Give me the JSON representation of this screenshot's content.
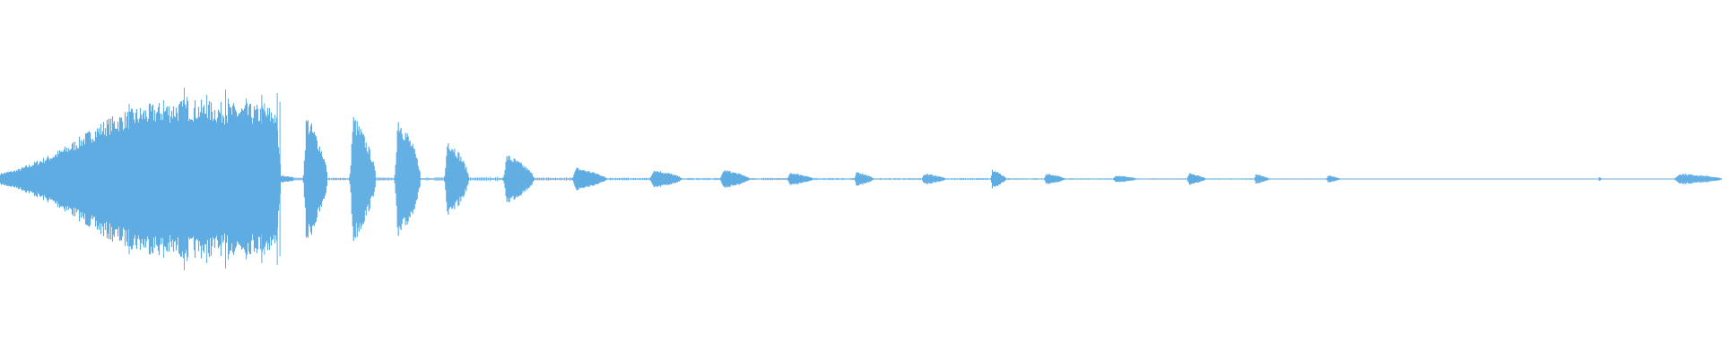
{
  "colors": {
    "background": "#ffffff",
    "waveform": "#5eace2"
  },
  "waveform": {
    "channels": 1,
    "envelope_points": [
      [
        0.0,
        0.03
      ],
      [
        0.01,
        0.05
      ],
      [
        0.02,
        0.09
      ],
      [
        0.03,
        0.13
      ],
      [
        0.04,
        0.18
      ],
      [
        0.05,
        0.24
      ],
      [
        0.06,
        0.3
      ],
      [
        0.07,
        0.34
      ],
      [
        0.08,
        0.37
      ],
      [
        0.09,
        0.39
      ],
      [
        0.1,
        0.4
      ],
      [
        0.11,
        0.41
      ],
      [
        0.12,
        0.4
      ],
      [
        0.13,
        0.39
      ],
      [
        0.14,
        0.39
      ],
      [
        0.15,
        0.38
      ],
      [
        0.16,
        0.37
      ],
      [
        0.163,
        0.02
      ],
      [
        0.17,
        0.01
      ]
    ],
    "spikes": [
      [
        0.075,
        0.42
      ],
      [
        0.095,
        0.44
      ],
      [
        0.107,
        0.51
      ],
      [
        0.12,
        0.47
      ],
      [
        0.131,
        0.5
      ],
      [
        0.143,
        0.45
      ],
      [
        0.152,
        0.47
      ],
      [
        0.161,
        0.48
      ]
    ],
    "bursts": [
      {
        "start": 0.176,
        "end": 0.19,
        "amp": 0.34
      },
      {
        "start": 0.203,
        "end": 0.218,
        "amp": 0.34
      },
      {
        "start": 0.229,
        "end": 0.244,
        "amp": 0.34
      },
      {
        "start": 0.258,
        "end": 0.272,
        "amp": 0.22
      },
      {
        "start": 0.292,
        "end": 0.31,
        "amp": 0.13
      },
      {
        "start": 0.332,
        "end": 0.352,
        "amp": 0.06
      },
      {
        "start": 0.377,
        "end": 0.396,
        "amp": 0.05
      },
      {
        "start": 0.418,
        "end": 0.435,
        "amp": 0.05
      },
      {
        "start": 0.457,
        "end": 0.472,
        "amp": 0.035
      },
      {
        "start": 0.496,
        "end": 0.507,
        "amp": 0.04
      },
      {
        "start": 0.535,
        "end": 0.549,
        "amp": 0.03
      },
      {
        "start": 0.575,
        "end": 0.584,
        "amp": 0.05
      },
      {
        "start": 0.606,
        "end": 0.618,
        "amp": 0.03
      },
      {
        "start": 0.646,
        "end": 0.66,
        "amp": 0.02
      },
      {
        "start": 0.689,
        "end": 0.7,
        "amp": 0.03
      },
      {
        "start": 0.728,
        "end": 0.737,
        "amp": 0.025
      },
      {
        "start": 0.77,
        "end": 0.778,
        "amp": 0.02
      },
      {
        "start": 0.928,
        "end": 0.93,
        "amp": 0.01
      },
      {
        "start": 0.972,
        "end": 1.0,
        "amp": 0.03
      }
    ],
    "tails": [
      {
        "start": 0.168,
        "end": 0.176,
        "amp": 0.008
      },
      {
        "start": 0.19,
        "end": 0.203,
        "amp": 0.008
      },
      {
        "start": 0.218,
        "end": 0.229,
        "amp": 0.008
      },
      {
        "start": 0.244,
        "end": 0.258,
        "amp": 0.008
      },
      {
        "start": 0.272,
        "end": 0.292,
        "amp": 0.01
      },
      {
        "start": 0.31,
        "end": 0.332,
        "amp": 0.008
      },
      {
        "start": 0.352,
        "end": 0.377,
        "amp": 0.006
      },
      {
        "start": 0.396,
        "end": 0.418,
        "amp": 0.005
      },
      {
        "start": 0.435,
        "end": 0.457,
        "amp": 0.005
      },
      {
        "start": 0.472,
        "end": 0.496,
        "amp": 0.005
      },
      {
        "start": 0.507,
        "end": 0.535,
        "amp": 0.004
      },
      {
        "start": 0.549,
        "end": 0.575,
        "amp": 0.004
      },
      {
        "start": 0.584,
        "end": 0.606,
        "amp": 0.004
      },
      {
        "start": 0.618,
        "end": 0.646,
        "amp": 0.003
      },
      {
        "start": 0.66,
        "end": 0.689,
        "amp": 0.003
      },
      {
        "start": 0.7,
        "end": 0.728,
        "amp": 0.003
      },
      {
        "start": 0.737,
        "end": 0.77,
        "amp": 0.002
      },
      {
        "start": 0.778,
        "end": 0.792,
        "amp": 0.002
      }
    ]
  }
}
